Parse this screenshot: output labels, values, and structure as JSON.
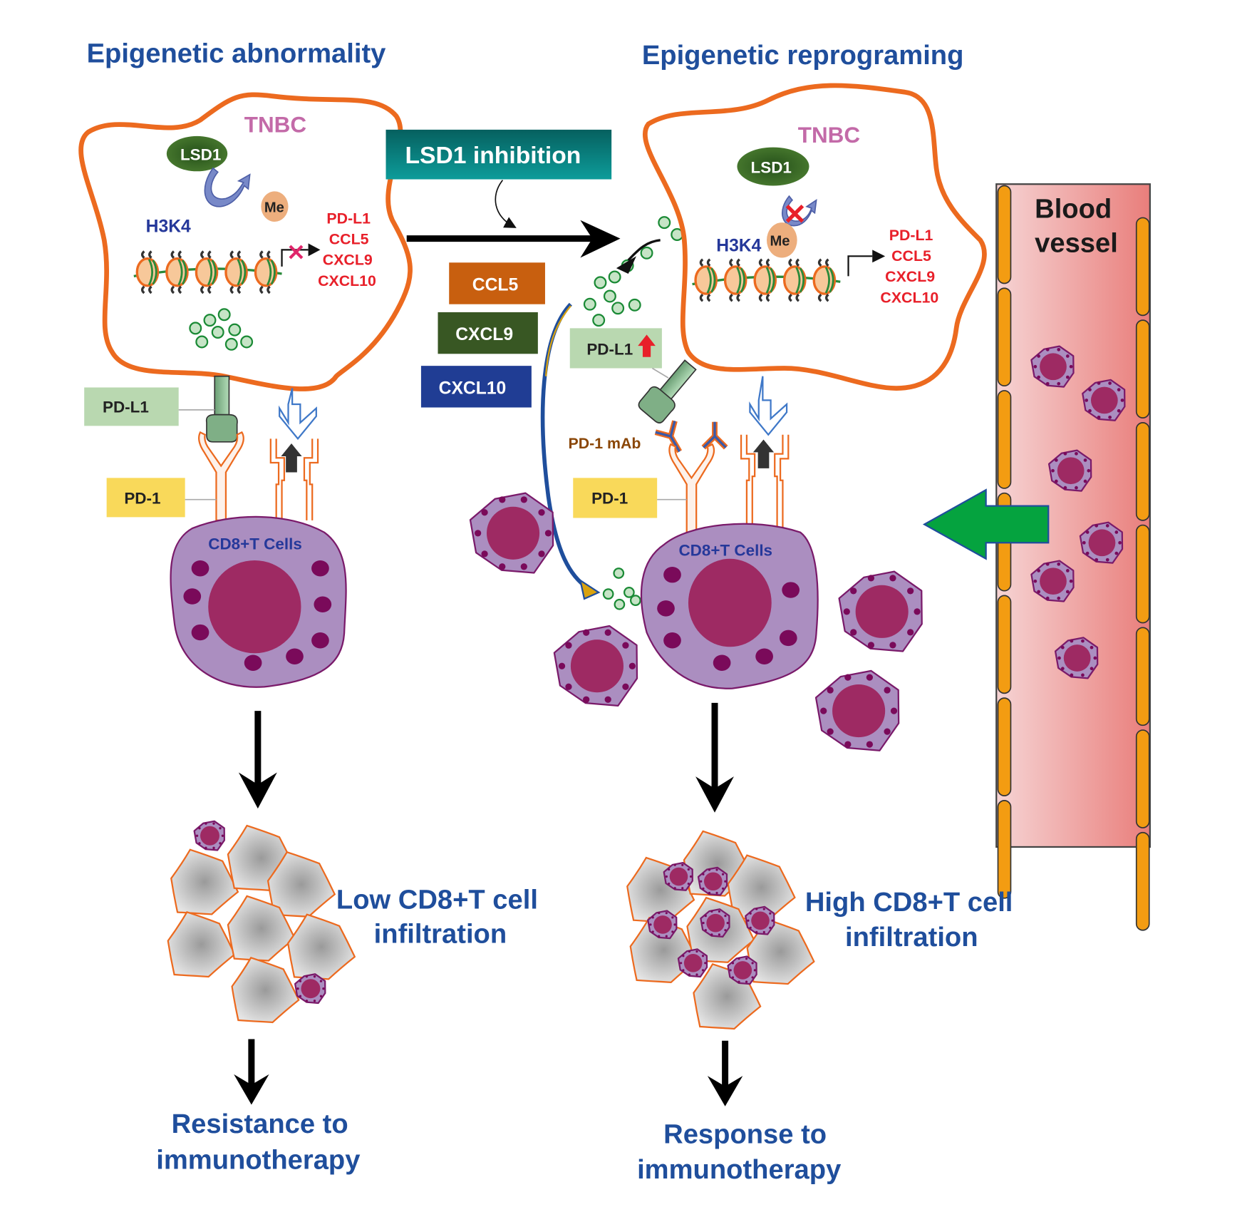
{
  "left_panel": {
    "title": "Epigenetic abnormality",
    "cell_label": "TNBC",
    "enzyme": "LSD1",
    "methyl": "Me",
    "histone": "H3K4",
    "genes": [
      "PD-L1",
      "CCL5",
      "CXCL9",
      "CXCL10"
    ],
    "pdl1_label": "PD-L1",
    "pd1_label": "PD-1",
    "tcell_label": "CD8+T Cells",
    "outcome_infiltration": [
      "Low CD8+T cell",
      "infiltration"
    ],
    "outcome_therapy": [
      "Resistance to",
      "immunotherapy"
    ]
  },
  "middle": {
    "treatment": "LSD1 inhibition",
    "chemokines": [
      {
        "label": "CCL5",
        "color": "#c85f0f"
      },
      {
        "label": "CXCL9",
        "color": "#385723"
      },
      {
        "label": "CXCL10",
        "color": "#203d94"
      }
    ]
  },
  "right_panel": {
    "title": "Epigenetic reprograming",
    "cell_label": "TNBC",
    "enzyme": "LSD1",
    "methyl": "Me",
    "histone": "H3K4",
    "genes": [
      "PD-L1",
      "CCL5",
      "CXCL9",
      "CXCL10"
    ],
    "pdl1_label": "PD-L1",
    "pd1_label": "PD-1",
    "antibody_label": "PD-1 mAb",
    "tcell_label": "CD8+T Cells",
    "vessel_label": [
      "Blood",
      "vessel"
    ],
    "outcome_infiltration": [
      "High CD8+T cell",
      "infiltration"
    ],
    "outcome_therapy": [
      "Response to",
      "immunotherapy"
    ]
  },
  "colors": {
    "title_blue": "#1f4e9c",
    "tumor_orange": "#ec6a1f",
    "tnbc_pink": "#c36aa8",
    "gene_red": "#e8202a",
    "lsd1_green": "#3f6f2a",
    "treatment_teal": "#0b8a8a",
    "pdl1_box": "#b9d8b0",
    "pd1_box": "#f9d95a",
    "tcell_purple": "#ab8ec0",
    "nucleus": "#9e2a63",
    "arrow_green": "#05a33f"
  }
}
